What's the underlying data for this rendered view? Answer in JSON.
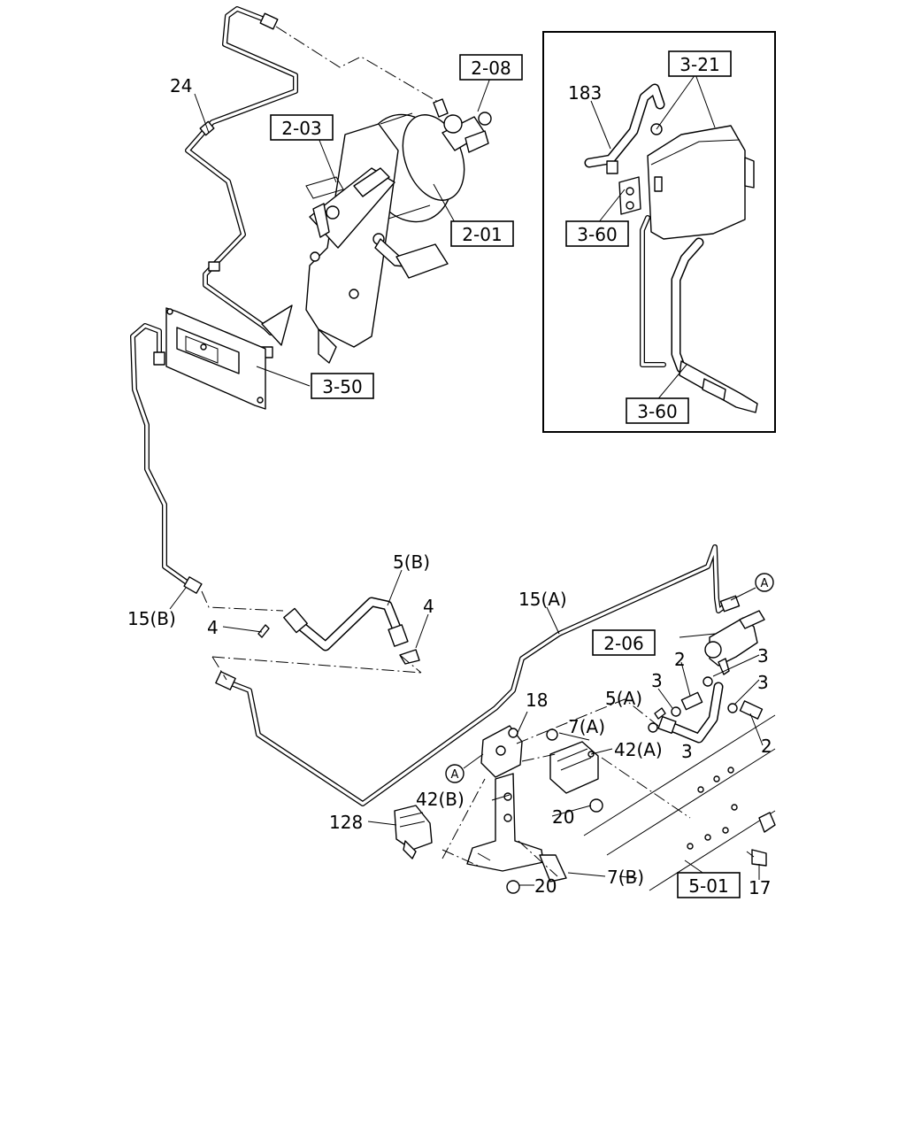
{
  "labels": {
    "l24": "24",
    "l208": "2-08",
    "l203": "2-03",
    "l201": "2-01",
    "l350": "3-50",
    "l321": "3-21",
    "l183": "183",
    "l360a": "3-60",
    "l360b": "3-60",
    "l5b": "5(B)",
    "l4a": "4",
    "l4b": "4",
    "l15b": "15(B)",
    "l15a": "15(A)",
    "l206": "2-06",
    "l2a": "2",
    "l2b": "2",
    "l3a": "3",
    "l3b": "3",
    "l3c": "3",
    "l3d": "3",
    "l5a": "5(A)",
    "l18": "18",
    "l7a": "7(A)",
    "l42a": "42(A)",
    "l42b": "42(B)",
    "l128": "128",
    "l20a": "20",
    "l20b": "20",
    "l7b": "7(B)",
    "l501": "5-01",
    "l17": "17"
  },
  "markers": {
    "a_right": "A",
    "a_left": "A"
  }
}
